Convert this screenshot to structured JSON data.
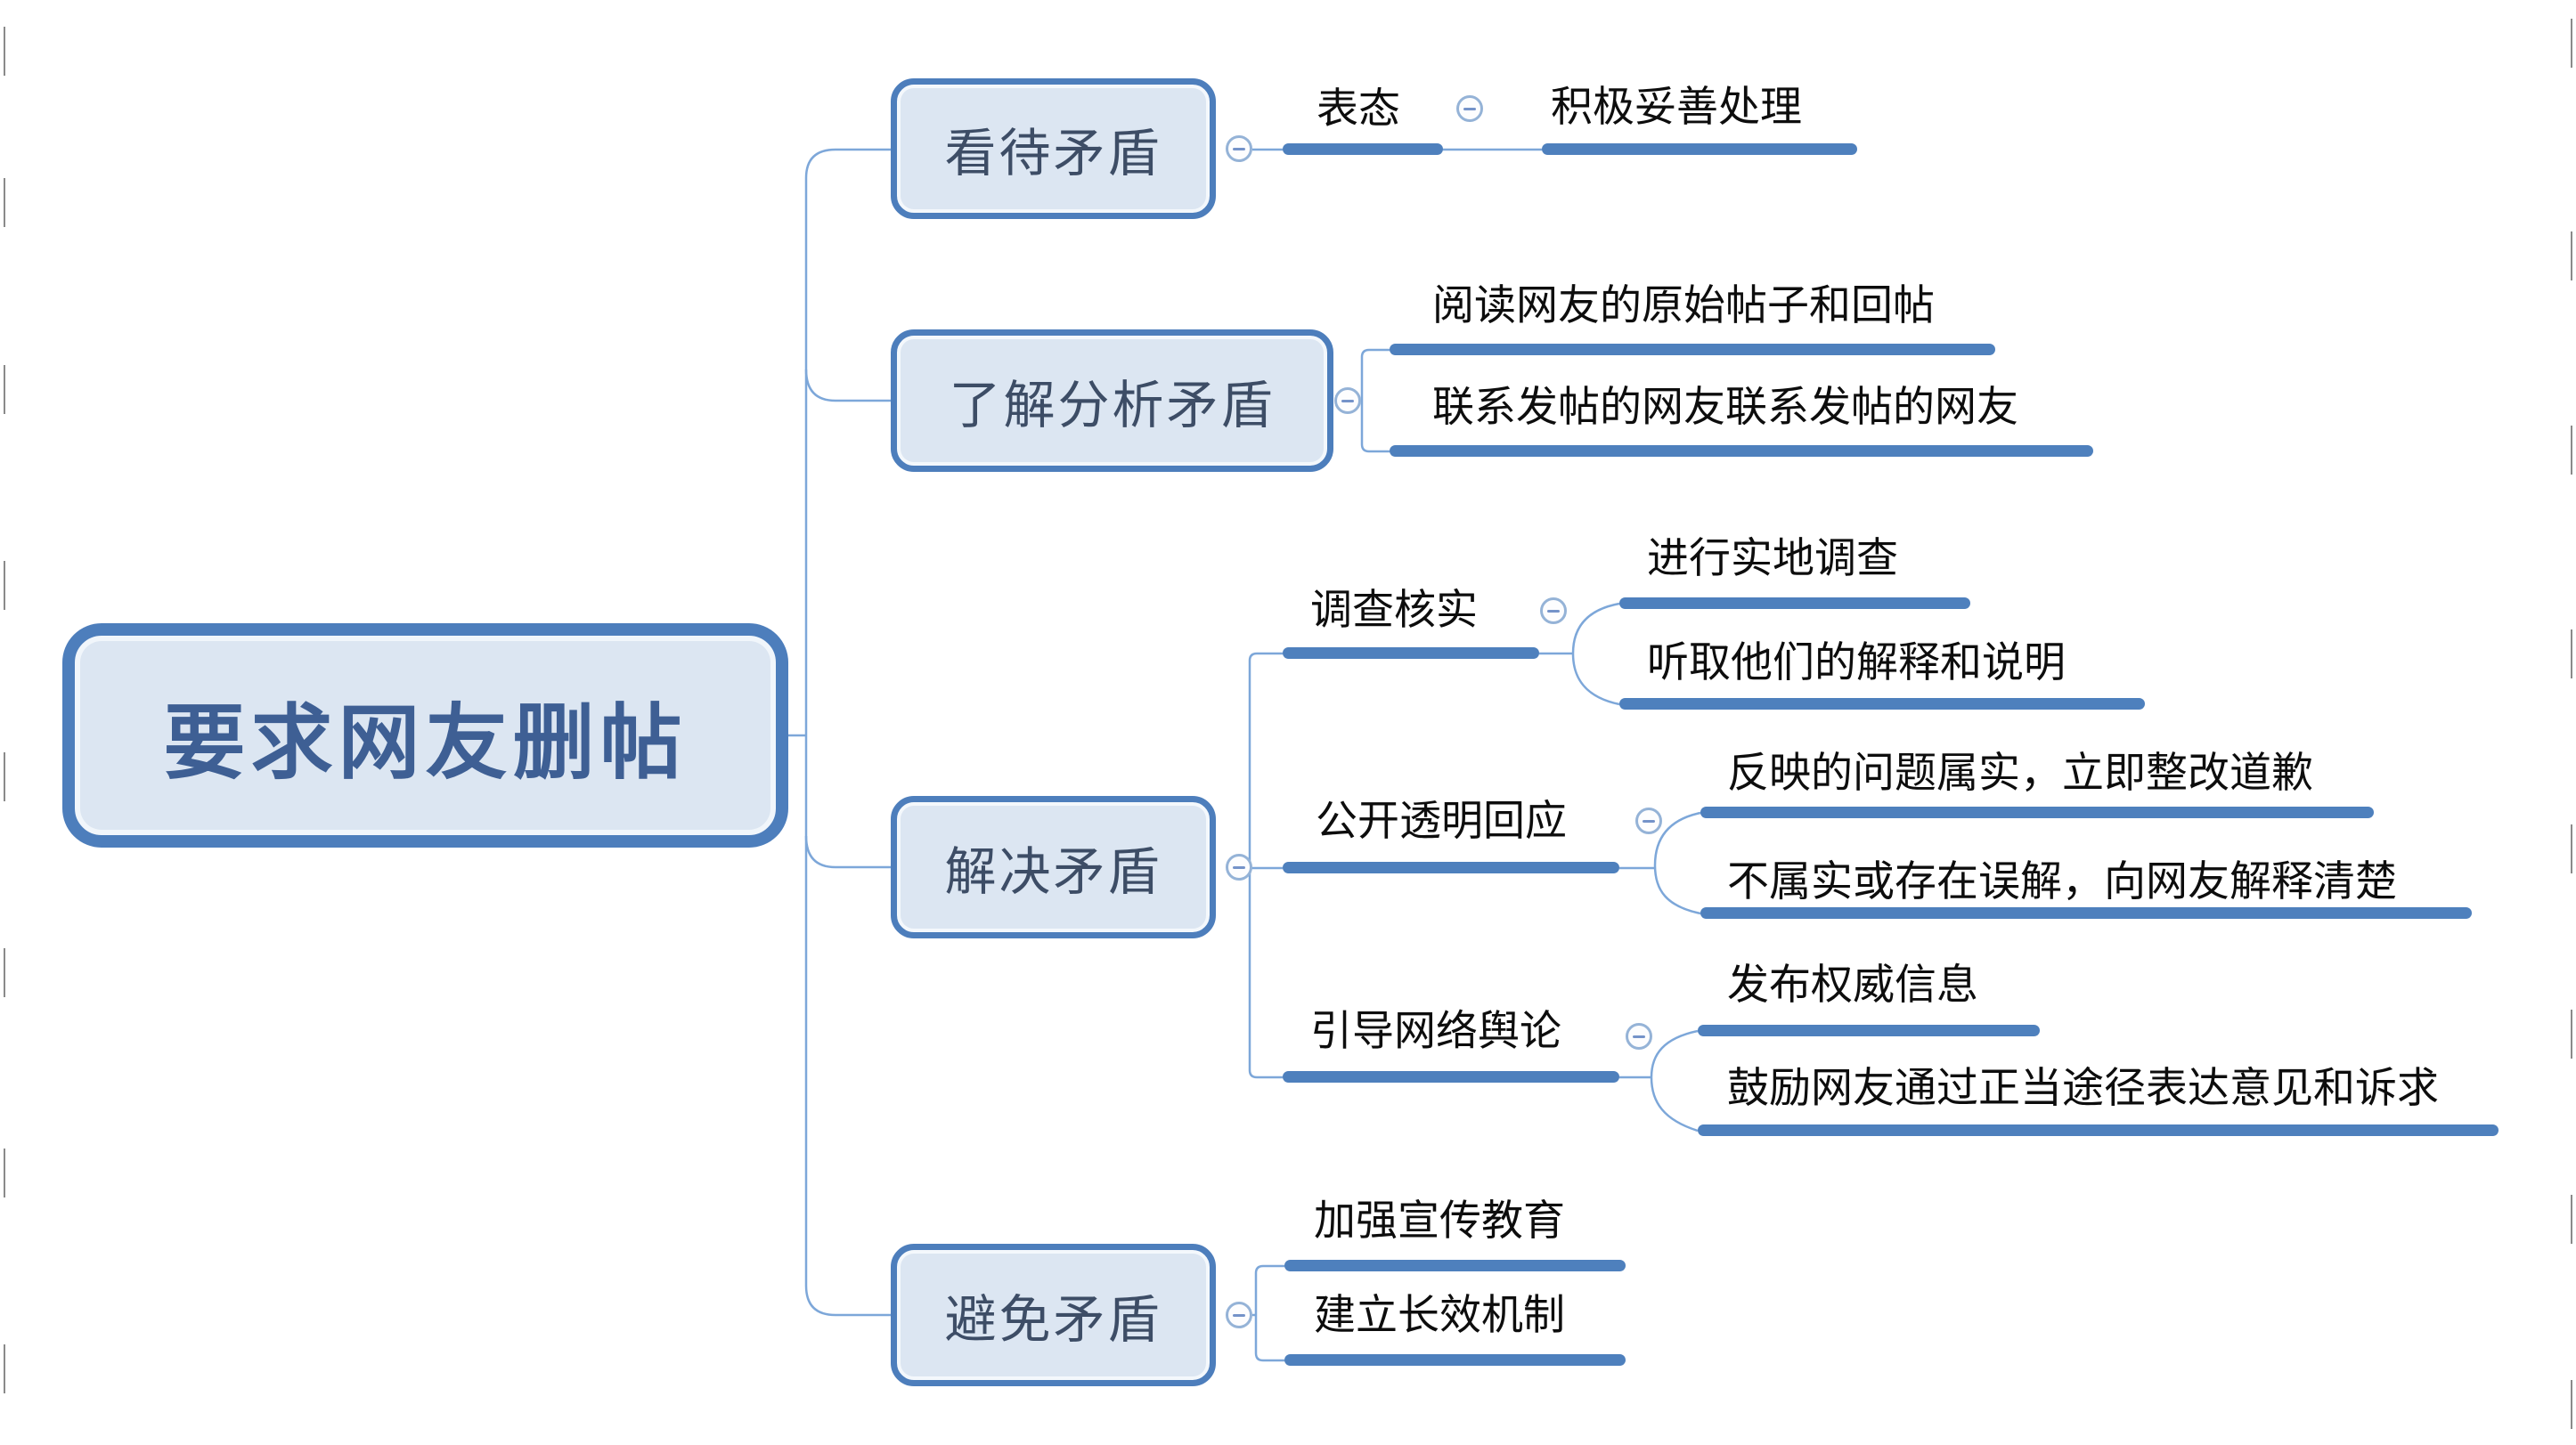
{
  "root": {
    "label": "要求网友删帖"
  },
  "branches": [
    {
      "label": "看待矛盾",
      "children": [
        {
          "label": "表态",
          "children": [
            {
              "label": "积极妥善处理"
            }
          ]
        }
      ]
    },
    {
      "label": "了解分析矛盾",
      "children": [
        {
          "label": "阅读网友的原始帖子和回帖"
        },
        {
          "label": "联系发帖的网友联系发帖的网友"
        }
      ]
    },
    {
      "label": "解决矛盾",
      "children": [
        {
          "label": "调查核实",
          "children": [
            {
              "label": "进行实地调查"
            },
            {
              "label": "听取他们的解释和说明"
            }
          ]
        },
        {
          "label": "公开透明回应",
          "children": [
            {
              "label": "反映的问题属实，立即整改道歉"
            },
            {
              "label": "不属实或存在误解，向网友解释清楚"
            }
          ]
        },
        {
          "label": "引导网络舆论",
          "children": [
            {
              "label": "发布权威信息"
            },
            {
              "label": "鼓励网友通过正当途径表达意见和诉求"
            }
          ]
        }
      ]
    },
    {
      "label": "避免矛盾",
      "children": [
        {
          "label": "加强宣传教育"
        },
        {
          "label": "建立长效机制"
        }
      ]
    }
  ],
  "icons": {
    "collapse": "minus-circle-icon"
  },
  "colors": {
    "branch_bar": "#4e80bd",
    "connector_line": "#7da7d9",
    "node_fill": "#dce6f2",
    "node_border": "#4a7ebb",
    "root_text": "#3e5f94",
    "topic_text": "#3d4d66",
    "leaf_text": "#0d0d0d"
  }
}
